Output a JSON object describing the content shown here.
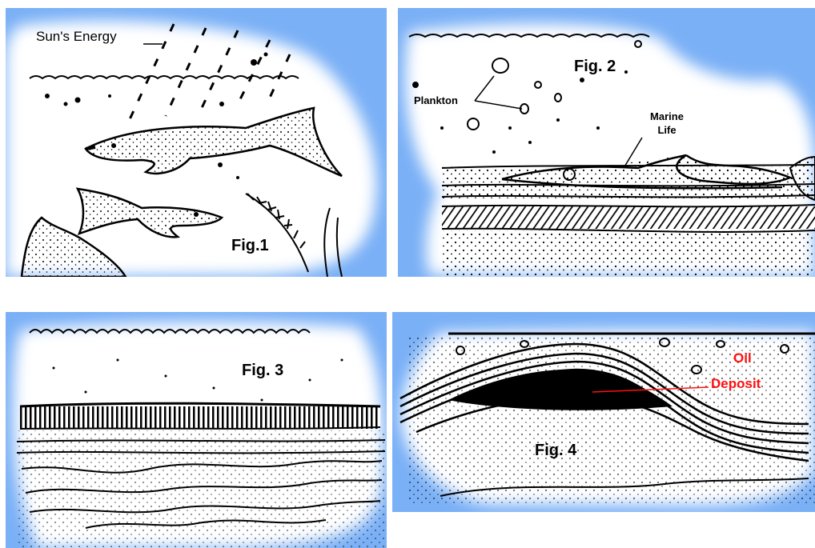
{
  "panels": [
    {
      "figure_label": "Fig.1",
      "labels": [
        "Sun's Energy"
      ]
    },
    {
      "figure_label": "Fig. 2",
      "labels": [
        "Plankton",
        "Marine",
        "Life"
      ]
    },
    {
      "figure_label": "Fig. 3",
      "labels": []
    },
    {
      "figure_label": "Fig. 4",
      "labels": [
        "Oil",
        "Deposit"
      ]
    }
  ],
  "colors": {
    "panel_background": "#7ab0f6",
    "sediment_paper": "#ffffff",
    "oil": "#000000",
    "oil_label": "#ff1010"
  }
}
